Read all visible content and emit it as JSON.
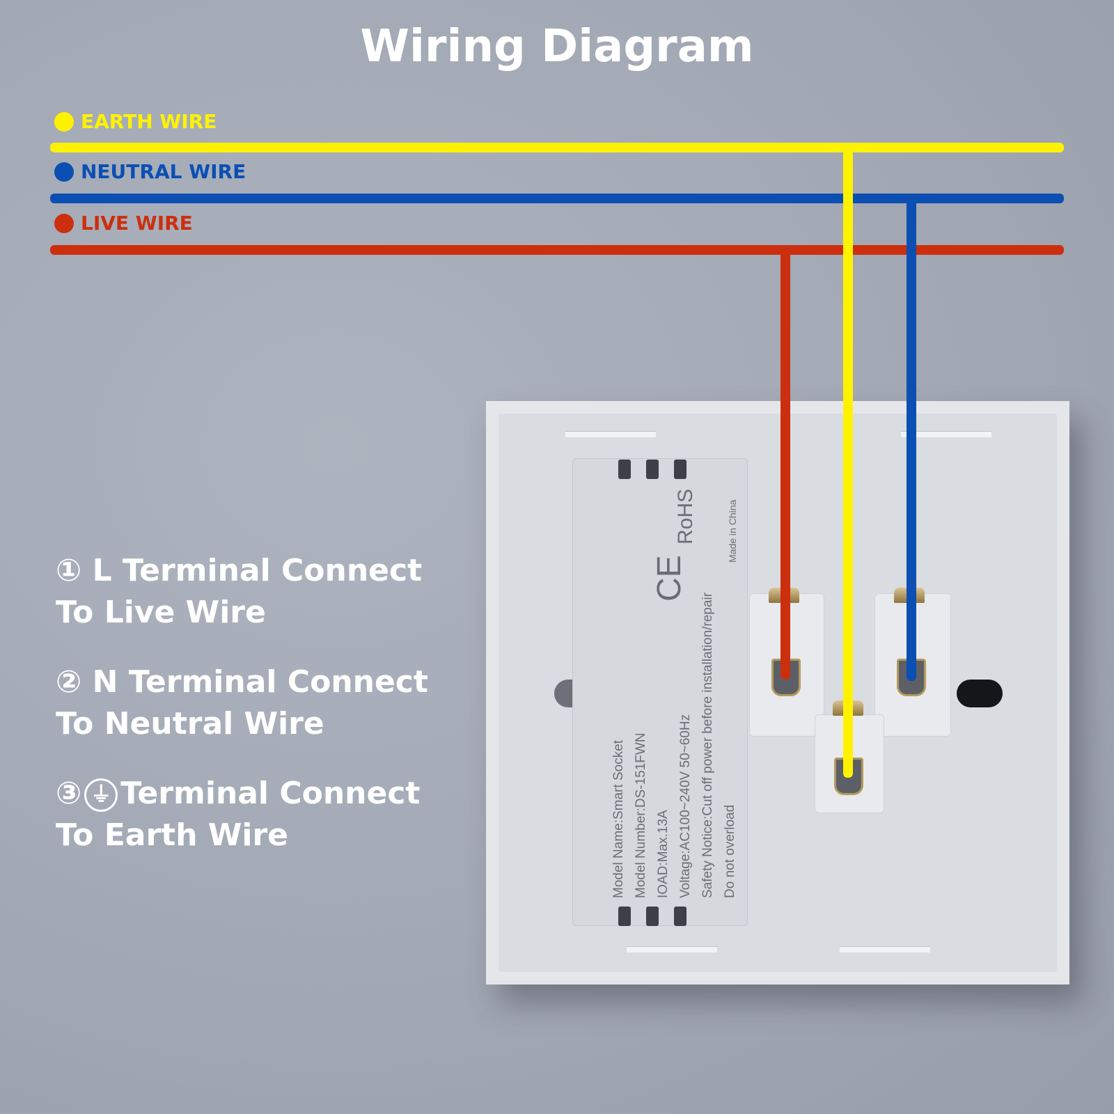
{
  "title": "Wiring Diagram",
  "colors": {
    "earth": "#fff200",
    "neutral": "#0b4fb3",
    "live": "#cc2f0e",
    "background": "#a8aeb9",
    "text": "#ffffff"
  },
  "legend": [
    {
      "label": "EARTH WIRE",
      "color_key": "earth"
    },
    {
      "label": "NEUTRAL WIRE",
      "color_key": "neutral"
    },
    {
      "label": "LIVE WIRE",
      "color_key": "live"
    }
  ],
  "instructions": [
    {
      "marker": "①",
      "line1": "L Terminal Connect",
      "line2": "To Live Wire"
    },
    {
      "marker": "②",
      "line1": "N Terminal Connect",
      "line2": "To Neutral Wire"
    },
    {
      "marker": "③",
      "symbol": "⏚",
      "line1": "Terminal Connect",
      "line2": "To Earth Wire"
    }
  ],
  "device_label": {
    "lines": [
      "Model Name:Smart Socket",
      "Model Number:DS-151FWN",
      "IOAD:Max.13A",
      "Voltage:AC100~240V 50~60Hz",
      "Safety Notice:Cut off power before installation/repair",
      "Do not overload"
    ],
    "made_in": "Made in China",
    "rohs": "RoHS",
    "ce": "CE"
  },
  "terminals": [
    {
      "name": "L",
      "wire": "live"
    },
    {
      "name": "N",
      "wire": "neutral"
    },
    {
      "name": "earth",
      "wire": "earth"
    }
  ]
}
